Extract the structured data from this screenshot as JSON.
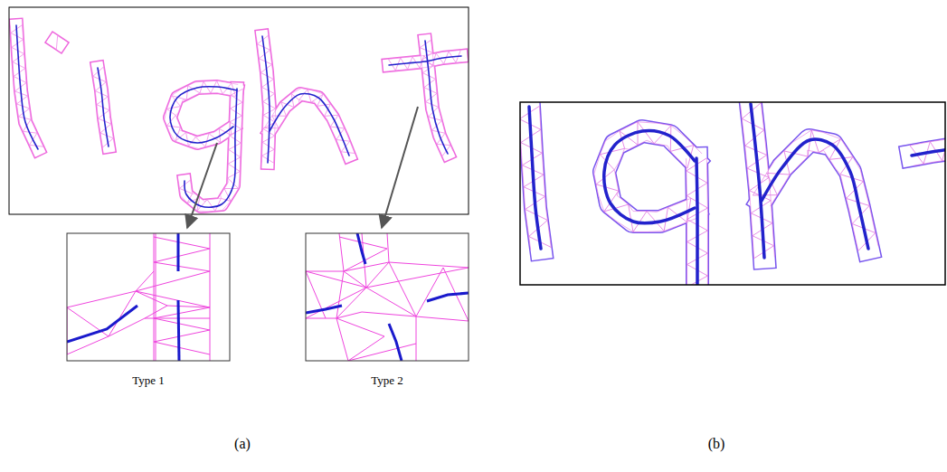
{
  "diagram": {
    "labels": [
      "Type 1",
      "Type 2",
      "(a)",
      "(b)"
    ]
  }
}
